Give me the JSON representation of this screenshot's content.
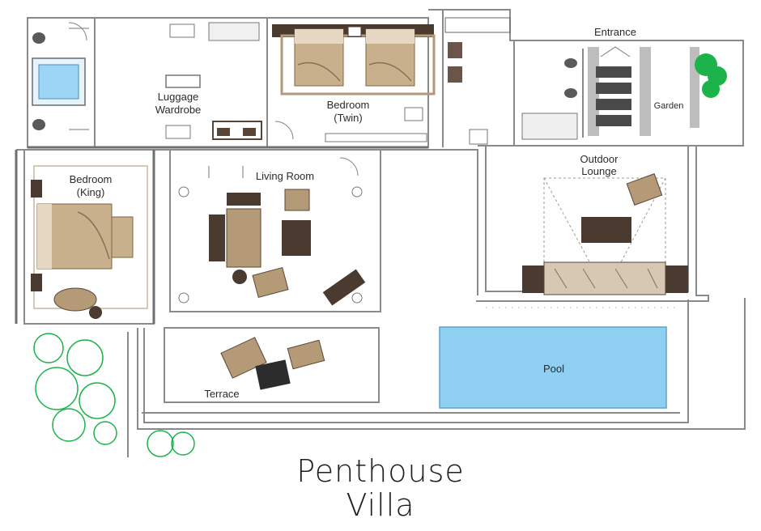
{
  "plan": {
    "title_line1": "Penthouse",
    "title_line2": "Villa",
    "rooms": {
      "luggage_line1": "Luggage",
      "luggage_line2": "Wardrobe",
      "bedroom_twin_line1": "Bedroom",
      "bedroom_twin_line2": "(Twin)",
      "entrance": "Entrance",
      "garden": "Garden",
      "bedroom_king_line1": "Bedroom",
      "bedroom_king_line2": "(King)",
      "living_room": "Living Room",
      "outdoor_lounge_line1": "Outdoor",
      "outdoor_lounge_line2": "Lounge",
      "pool": "Pool",
      "terrace": "Terrace"
    },
    "colors": {
      "wall": "#8a8a8a",
      "furniture_dark": "#4a3a30",
      "furniture_tan": "#b59a78",
      "pool_water": "#8fd0f2",
      "tree_green": "#1bb34a",
      "outdoor_lounge_bed": "#d7c8b4"
    }
  }
}
